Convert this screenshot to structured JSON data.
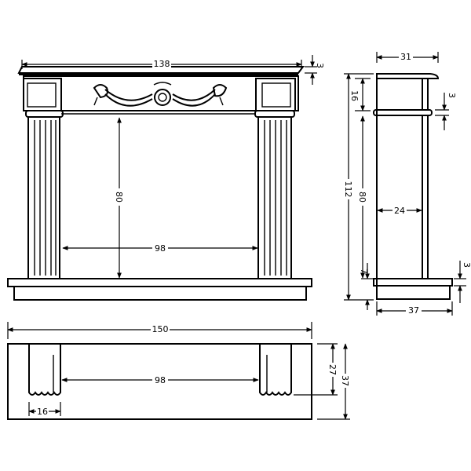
{
  "front_view": {
    "total_width": "138",
    "mantel_thickness": "3",
    "opening_height": "80",
    "opening_width": "98"
  },
  "side_view": {
    "depth_top": "31",
    "frieze_height": "16",
    "shelf_thickness": "3",
    "total_height": "112",
    "opening_height": "80",
    "inner_depth": "24",
    "plinth_height": "7",
    "base_thickness": "3",
    "base_depth": "37"
  },
  "top_view": {
    "base_width": "150",
    "opening_width": "98",
    "leg_width": "16",
    "inner_depth": "27",
    "total_depth": "37"
  }
}
